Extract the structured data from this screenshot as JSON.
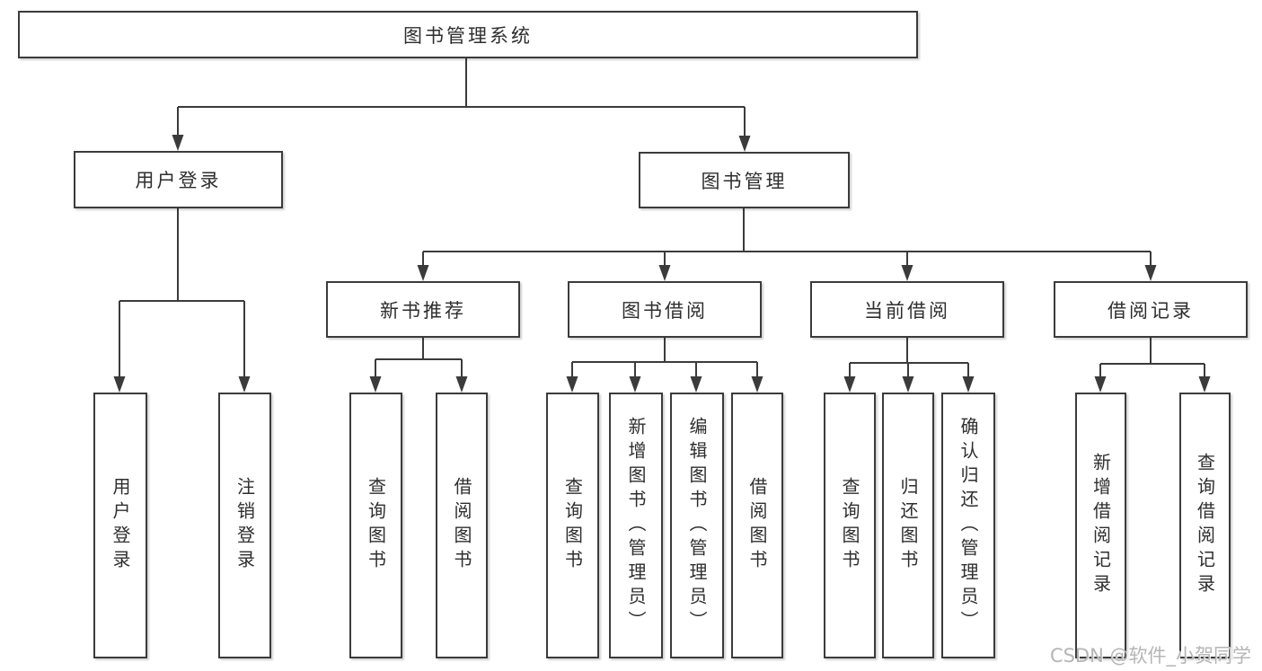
{
  "diagram": {
    "title": "图书管理系统",
    "colors": {
      "line": "#3b3b3b",
      "box_border": "#3b3b3b",
      "text": "#2e2e2e",
      "watermark": "#b5b5b5",
      "background": "#ffffff"
    },
    "nodes": {
      "root": "图书管理系统",
      "userLogin": {
        "label": "用户登录",
        "children": {
          "login": "用户登录",
          "logout": "注销登录"
        }
      },
      "bookMgmt": {
        "label": "图书管理"
      },
      "newBookRec": {
        "label": "新书推荐",
        "children": {
          "query": "查询图书",
          "borrow": "借阅图书"
        }
      },
      "bookBorrow": {
        "label": "图书借阅",
        "children": {
          "query": "查询图书",
          "add": "新增图书（管理员）",
          "edit": "编辑图书（管理员）",
          "borrow": "借阅图书"
        }
      },
      "currentBorrow": {
        "label": "当前借阅",
        "children": {
          "query": "查询图书",
          "return": "归还图书",
          "confirm": "确认归还（管理员）"
        }
      },
      "borrowRecords": {
        "label": "借阅记录",
        "children": {
          "add": "新增借阅记录",
          "query": "查询借阅记录"
        }
      }
    }
  },
  "watermark": {
    "text": "CSDN @软件_小贺同学"
  }
}
